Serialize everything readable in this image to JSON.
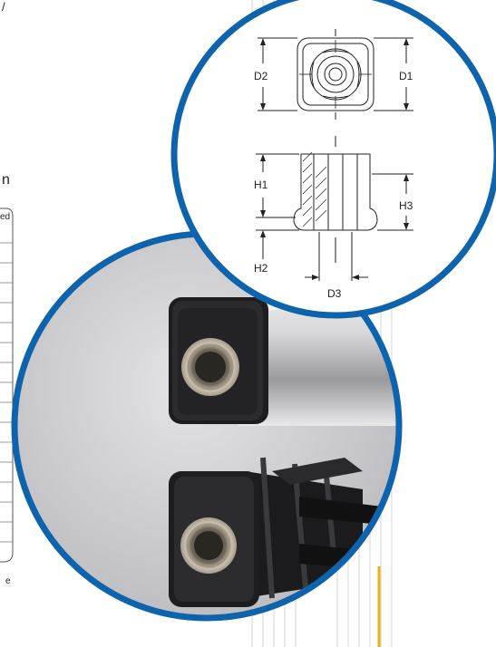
{
  "page": {
    "fragments": {
      "top_left_mark": "/",
      "section_letter": "n",
      "table_header_fragment": "ed",
      "footnote_fragment": "e"
    }
  },
  "diagram": {
    "labels": {
      "d1": "D1",
      "d2": "D2",
      "d3": "D3",
      "h1": "H1",
      "h2": "H2",
      "h3": "H3"
    }
  },
  "colors": {
    "accent_blue": "#0e63ad",
    "accent_yellow": "#f0b21a",
    "stripe": "#d9dce3",
    "photo_bg": "#c9c9cc",
    "line": "#222222"
  }
}
